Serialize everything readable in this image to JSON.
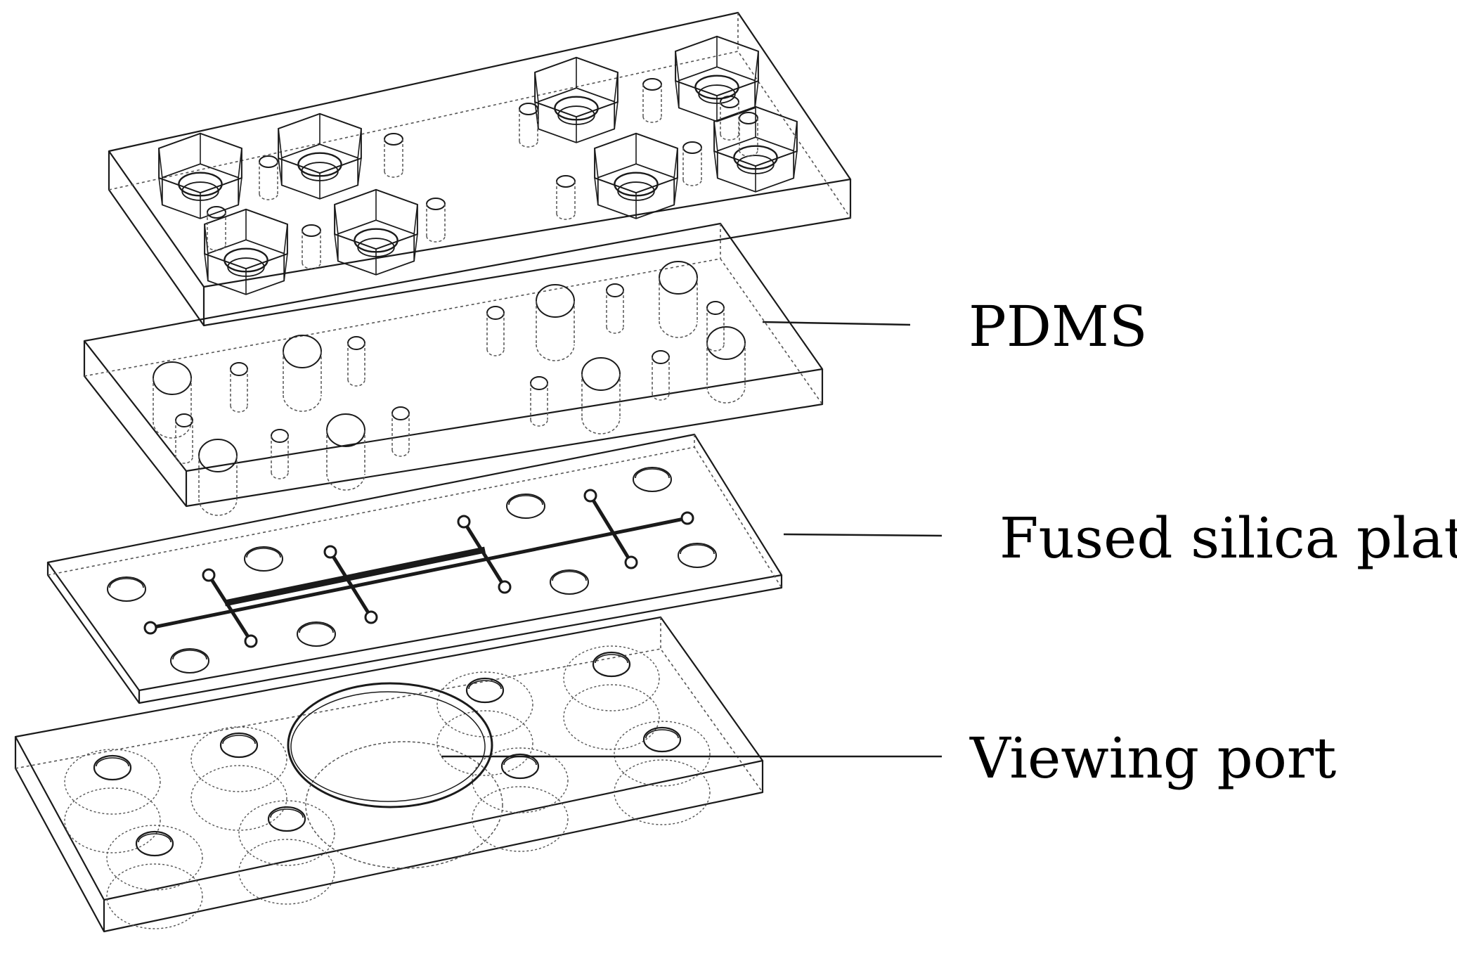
{
  "labels": {
    "pdms": "PDMS",
    "silica": "Fused silica plate",
    "viewing": "Viewing port"
  },
  "colors": {
    "line": "#1a1a1a",
    "hidden": "#555555",
    "background": "#ffffff"
  }
}
